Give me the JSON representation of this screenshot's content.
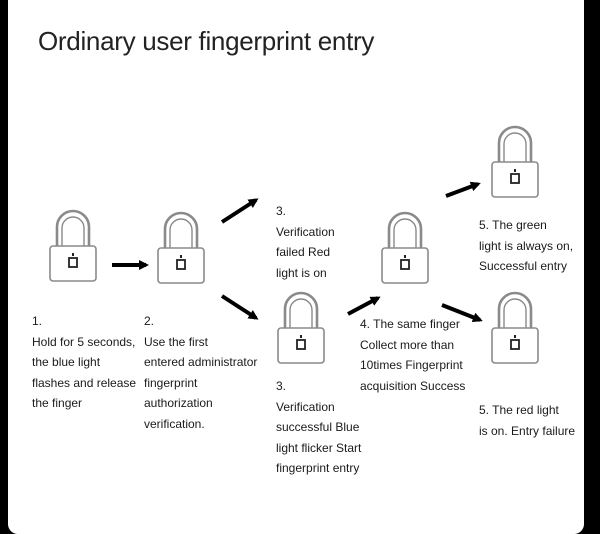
{
  "diagram": {
    "title": "Ordinary user fingerprint entry",
    "steps": [
      {
        "id": "step1",
        "lines": [
          "1.",
          "Hold for 5 seconds,",
          "the blue light",
          "flashes and release",
          "the finger"
        ]
      },
      {
        "id": "step2",
        "lines": [
          "2.",
          "Use the first",
          "entered administrator",
          "fingerprint",
          "authorization",
          "verification."
        ]
      },
      {
        "id": "step3-fail",
        "lines": [
          "3.",
          "Verification",
          "failed Red",
          "light is on"
        ]
      },
      {
        "id": "step3-success",
        "lines": [
          "3.",
          "Verification",
          "successful Blue",
          "light flicker Start",
          "fingerprint entry"
        ]
      },
      {
        "id": "step4",
        "lines": [
          "4. The same finger",
          "Collect more than",
          "10times Fingerprint",
          "acquisition Success"
        ]
      },
      {
        "id": "step5-green",
        "lines": [
          "5. The green",
          "light is always on,",
          "Successful entry"
        ]
      },
      {
        "id": "step5-red",
        "lines": [
          "5. The red light",
          "is on. Entry failure"
        ]
      }
    ],
    "icons": [
      "padlock-icon",
      "arrow-icon"
    ],
    "colors": {
      "background": "#ffffff",
      "ink": "#1a1a1a",
      "lock_outline": "#8a8a8a"
    }
  }
}
